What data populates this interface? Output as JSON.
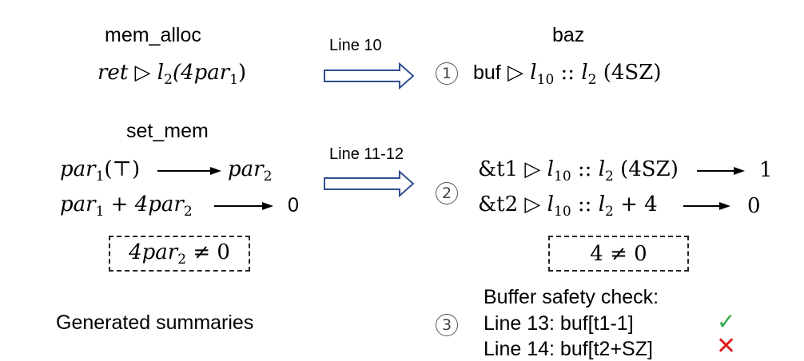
{
  "left": {
    "mem_alloc_title": "mem_alloc",
    "set_mem_title": "set_mem",
    "generated_summaries": "Generated summaries",
    "ret": "ret",
    "l": "l",
    "l_sub_2": "2",
    "par_expr": "(4par",
    "par_sub_1": "1",
    "close_paren": ")",
    "par": "par",
    "top_symbol": "(⊤)",
    "plus_4par": "+ 4par",
    "zero": "0",
    "constraint_text": "4par",
    "constraint_rel": "≠ 0"
  },
  "arrows": {
    "line10_label": "Line 10",
    "line11_12_label": "Line 11-12"
  },
  "right": {
    "baz_title": "baz",
    "step1": "1",
    "step2": "2",
    "step3": "3",
    "buf": "buf",
    "l_sub_10": "10",
    "cons": "::",
    "size_4sz": "(4SZ)",
    "t1": "&t1",
    "t2": "&t2",
    "plus_4": "+ 4",
    "one": "1",
    "zero": "0",
    "constraint": "4 ≠ 0",
    "buffer_check_title": "Buffer safety check:",
    "check_line13": "Line 13: buf[t1-1]",
    "check_line14": "Line 14: buf[t2+SZ]",
    "ok_mark": "✓",
    "fail_mark": "✕"
  },
  "colors": {
    "ok": "#2ea84a",
    "fail": "#e01b1b",
    "arrow_outline": "#2f4f8f"
  }
}
